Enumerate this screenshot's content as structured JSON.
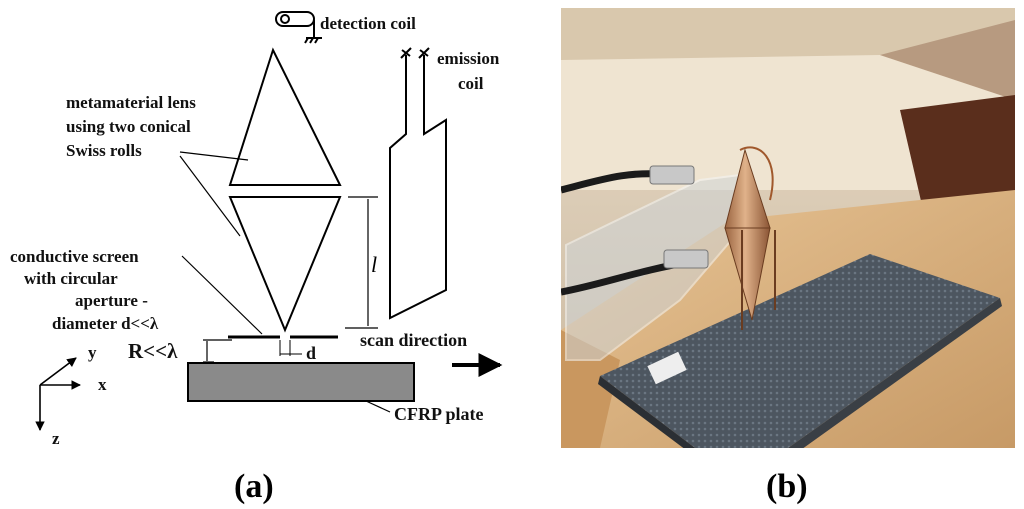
{
  "panel_a": {
    "label_detection_coil": "detection coil",
    "label_emission_line1": "emission",
    "label_emission_line2": "coil",
    "label_lens_line1": "metamaterial lens",
    "label_lens_line2": "using two conical",
    "label_lens_line3": "Swiss rolls",
    "label_screen_line1": "conductive screen",
    "label_screen_line2": "with circular",
    "label_screen_line3": "aperture -",
    "label_screen_line4": "diameter d<<λ",
    "label_l": "l",
    "label_R": "R<<λ",
    "label_d": "d",
    "label_scan": "scan direction",
    "label_cfrp": "CFRP plate",
    "axis_y": "y",
    "axis_x": "x",
    "axis_z": "z"
  },
  "captions": {
    "a": "(a)",
    "b": "(b)"
  },
  "colors": {
    "plate": "#8a8a8a",
    "copper": "#c08a60",
    "cfrp_photo": "#555d66",
    "wood": "#d8b080"
  }
}
